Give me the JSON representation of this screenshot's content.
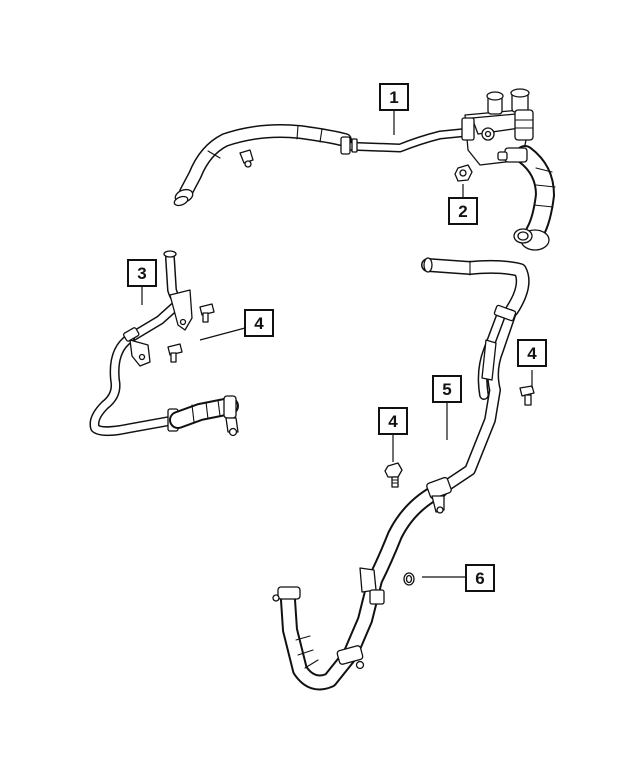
{
  "callouts": [
    {
      "id": "1",
      "label": "1"
    },
    {
      "id": "2",
      "label": "2"
    },
    {
      "id": "3",
      "label": "3"
    },
    {
      "id": "4a",
      "label": "4"
    },
    {
      "id": "4b",
      "label": "4"
    },
    {
      "id": "4c",
      "label": "4"
    },
    {
      "id": "5",
      "label": "5"
    },
    {
      "id": "6",
      "label": "6"
    }
  ]
}
